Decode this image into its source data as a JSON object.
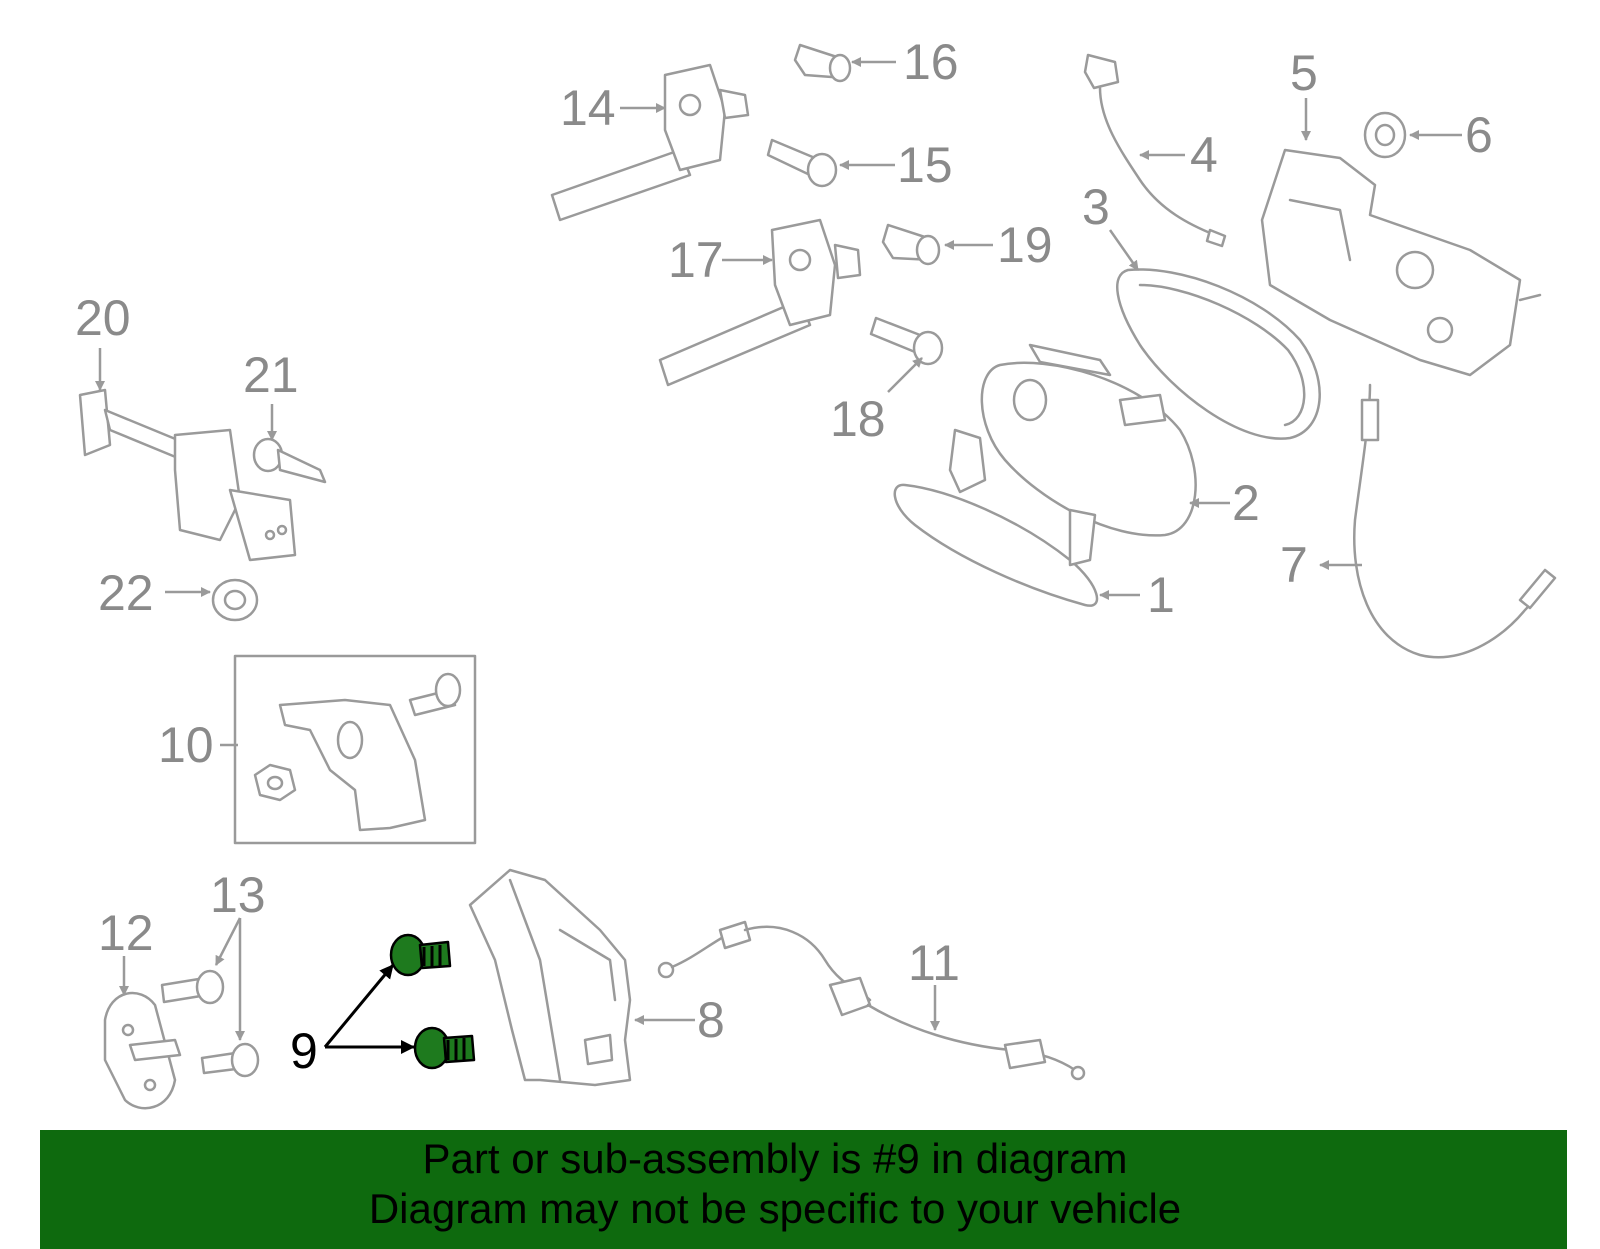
{
  "callouts": {
    "c1": "1",
    "c2": "2",
    "c3": "3",
    "c4": "4",
    "c5": "5",
    "c6": "6",
    "c7": "7",
    "c8": "8",
    "c9": "9",
    "c10": "10",
    "c11": "11",
    "c12": "12",
    "c13": "13",
    "c14": "14",
    "c15": "15",
    "c16": "16",
    "c17": "17",
    "c18": "18",
    "c19": "19",
    "c20": "20",
    "c21": "21",
    "c22": "22"
  },
  "banner": {
    "line1": "Part or sub-assembly is #9 in diagram",
    "line2": "Diagram may not be specific to your vehicle"
  },
  "colors": {
    "highlight": "#1e7a1e",
    "banner": "#0e6a0e",
    "part_stroke": "#9a9a9a"
  }
}
